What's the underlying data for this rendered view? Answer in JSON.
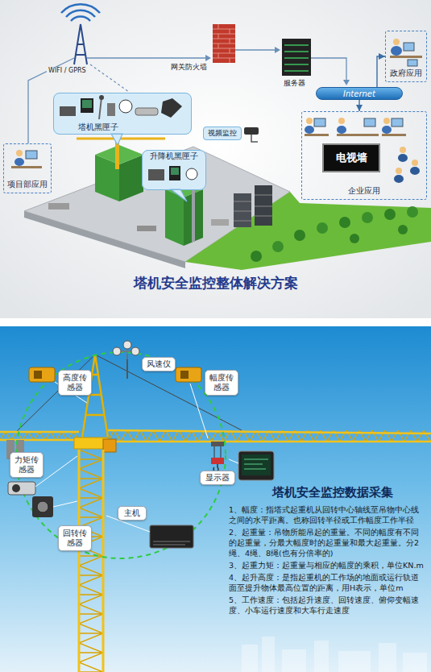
{
  "diagram": {
    "title": "塔机安全监控整体解决方案",
    "nodes": [
      {
        "text": [
          "政府应用"
        ]
      },
      {
        "text": [
          "Internet"
        ]
      },
      {
        "text": [
          "企业应用"
        ]
      },
      {
        "text": [
          "电视墙"
        ],
        "in": 2
      },
      {
        "text": [
          "项目部应用"
        ]
      },
      {
        "text": [
          "塔机黑匣子"
        ]
      },
      {
        "text": [
          "视频监控"
        ]
      },
      {
        "text": [
          "升降机黑匣子"
        ]
      },
      {
        "text": [
          "风速仪"
        ]
      },
      {
        "text": [
          "高度传感器"
        ]
      },
      {
        "text": [
          "幅度传感器"
        ]
      },
      {
        "text": [
          "力矩传感器"
        ]
      },
      {
        "text": [
          "回转传感器"
        ]
      },
      {
        "text": [
          "主机"
        ]
      },
      {
        "text": [
          "显示器"
        ]
      }
    ],
    "edges": [
      {
        "from": 1,
        "to": 0,
        "arrow": "to"
      },
      {
        "from": 1,
        "to": 2,
        "arrow": "to"
      }
    ],
    "labels": [
      "WIFI / GPRS",
      "网关防火墙",
      "服务器",
      "塔机安全监控数据采集",
      "1、幅度：指塔式起重机从回转中心轴线至吊物中心线之间的水平距离。也称回转半径或工作幅度工作半径",
      "2、起重量：吊物所能吊起的重量。不同的幅度有不同的起重量，分最大幅度时的起重量和最大起重量。分2绳、4绳、8绳(也有分倍率的)",
      "3、起重力矩：起重量与相应的幅度的乘积，单位KN.m",
      "4、起升高度：是指起重机的工作场的地面或运行轨道面至提升物体最高位置的距离，用H表示，单位m",
      "5、工作速度：包括起升速度、回转速度、俯仰变幅速度、小车运行速度和大车行走速度"
    ]
  }
}
